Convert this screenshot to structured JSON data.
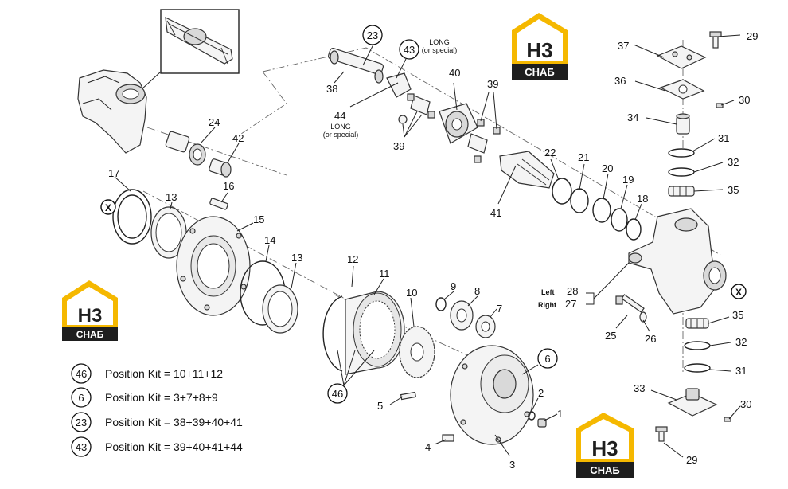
{
  "brand": {
    "logo_letters": "H3",
    "logo_word": "CHAБ",
    "colors": {
      "yellow": "#f5b800",
      "dark": "#1e1e1e",
      "white": "#ffffff"
    }
  },
  "annotations": {
    "long_label": "LONG",
    "special_label": "(or special)",
    "left_label": "Left",
    "right_label": "Right",
    "x_marker": "X"
  },
  "kits": [
    {
      "id": "46",
      "text": "Position Kit = 10+11+12"
    },
    {
      "id": "6",
      "text": "Position Kit = 3+7+8+9"
    },
    {
      "id": "23",
      "text": "Position Kit = 38+39+40+41"
    },
    {
      "id": "43",
      "text": "Position Kit = 39+40+41+44"
    }
  ],
  "callouts": {
    "c1": "1",
    "c2": "2",
    "c3": "3",
    "c4": "4",
    "c5": "5",
    "c6": "6",
    "c7": "7",
    "c8": "8",
    "c9": "9",
    "c10": "10",
    "c11": "11",
    "c12": "12",
    "c13a": "13",
    "c13b": "13",
    "c14": "14",
    "c15": "15",
    "c16": "16",
    "c17": "17",
    "c18": "18",
    "c19": "19",
    "c20": "20",
    "c21": "21",
    "c22": "22",
    "c23": "23",
    "c24": "24",
    "c25": "25",
    "c26": "26",
    "c27": "27",
    "c28": "28",
    "c29a": "29",
    "c29b": "29",
    "c30a": "30",
    "c30b": "30",
    "c31a": "31",
    "c31b": "31",
    "c32a": "32",
    "c32b": "32",
    "c33": "33",
    "c34": "34",
    "c35a": "35",
    "c35b": "35",
    "c36": "36",
    "c37": "37",
    "c38": "38",
    "c39a": "39",
    "c39b": "39",
    "c40": "40",
    "c41": "41",
    "c42": "42",
    "c43": "43",
    "c44": "44",
    "c46": "46"
  }
}
